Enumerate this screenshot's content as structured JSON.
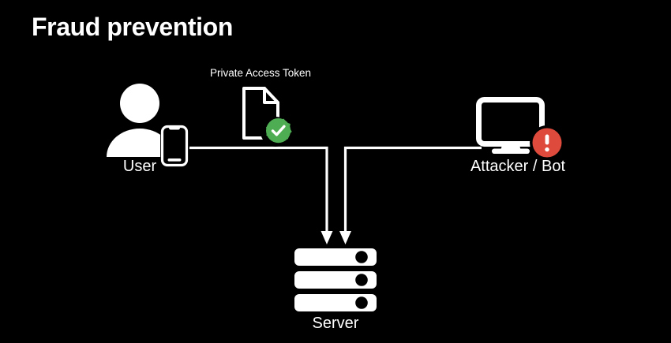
{
  "slide": {
    "title": "Fraud prevention",
    "background_color": "#000000",
    "foreground_color": "#FFFFFF"
  },
  "nodes": {
    "user": {
      "label": "User",
      "icon": "user-person-icon",
      "secondary_icon": "smartphone-icon"
    },
    "token": {
      "label": "Private Access Token",
      "icon": "document-icon",
      "badge_icon": "green-check-seal-icon",
      "badge_color": "#4EAC52",
      "badge_check_color": "#FFFFFF"
    },
    "attacker": {
      "label": "Attacker / Bot",
      "icon": "desktop-monitor-icon",
      "badge_icon": "red-exclamation-icon",
      "badge_color": "#DE4B3C",
      "badge_mark_color": "#FFFFFF"
    },
    "server": {
      "label": "Server",
      "icon": "server-rack-icon",
      "rack_count": 3
    }
  },
  "connections": [
    {
      "name": "user-to-server",
      "from": "user",
      "to": "server",
      "arrow": "down",
      "color": "#FFFFFF"
    },
    {
      "name": "attacker-to-server",
      "from": "attacker",
      "to": "server",
      "arrow": "down",
      "color": "#FFFFFF"
    }
  ],
  "chart_data": {
    "type": "diagram",
    "title": "Fraud prevention",
    "nodes": [
      "User",
      "Private Access Token",
      "Attacker / Bot",
      "Server"
    ],
    "edges": [
      {
        "from": "User",
        "to": "Server"
      },
      {
        "from": "Attacker / Bot",
        "to": "Server"
      }
    ]
  }
}
